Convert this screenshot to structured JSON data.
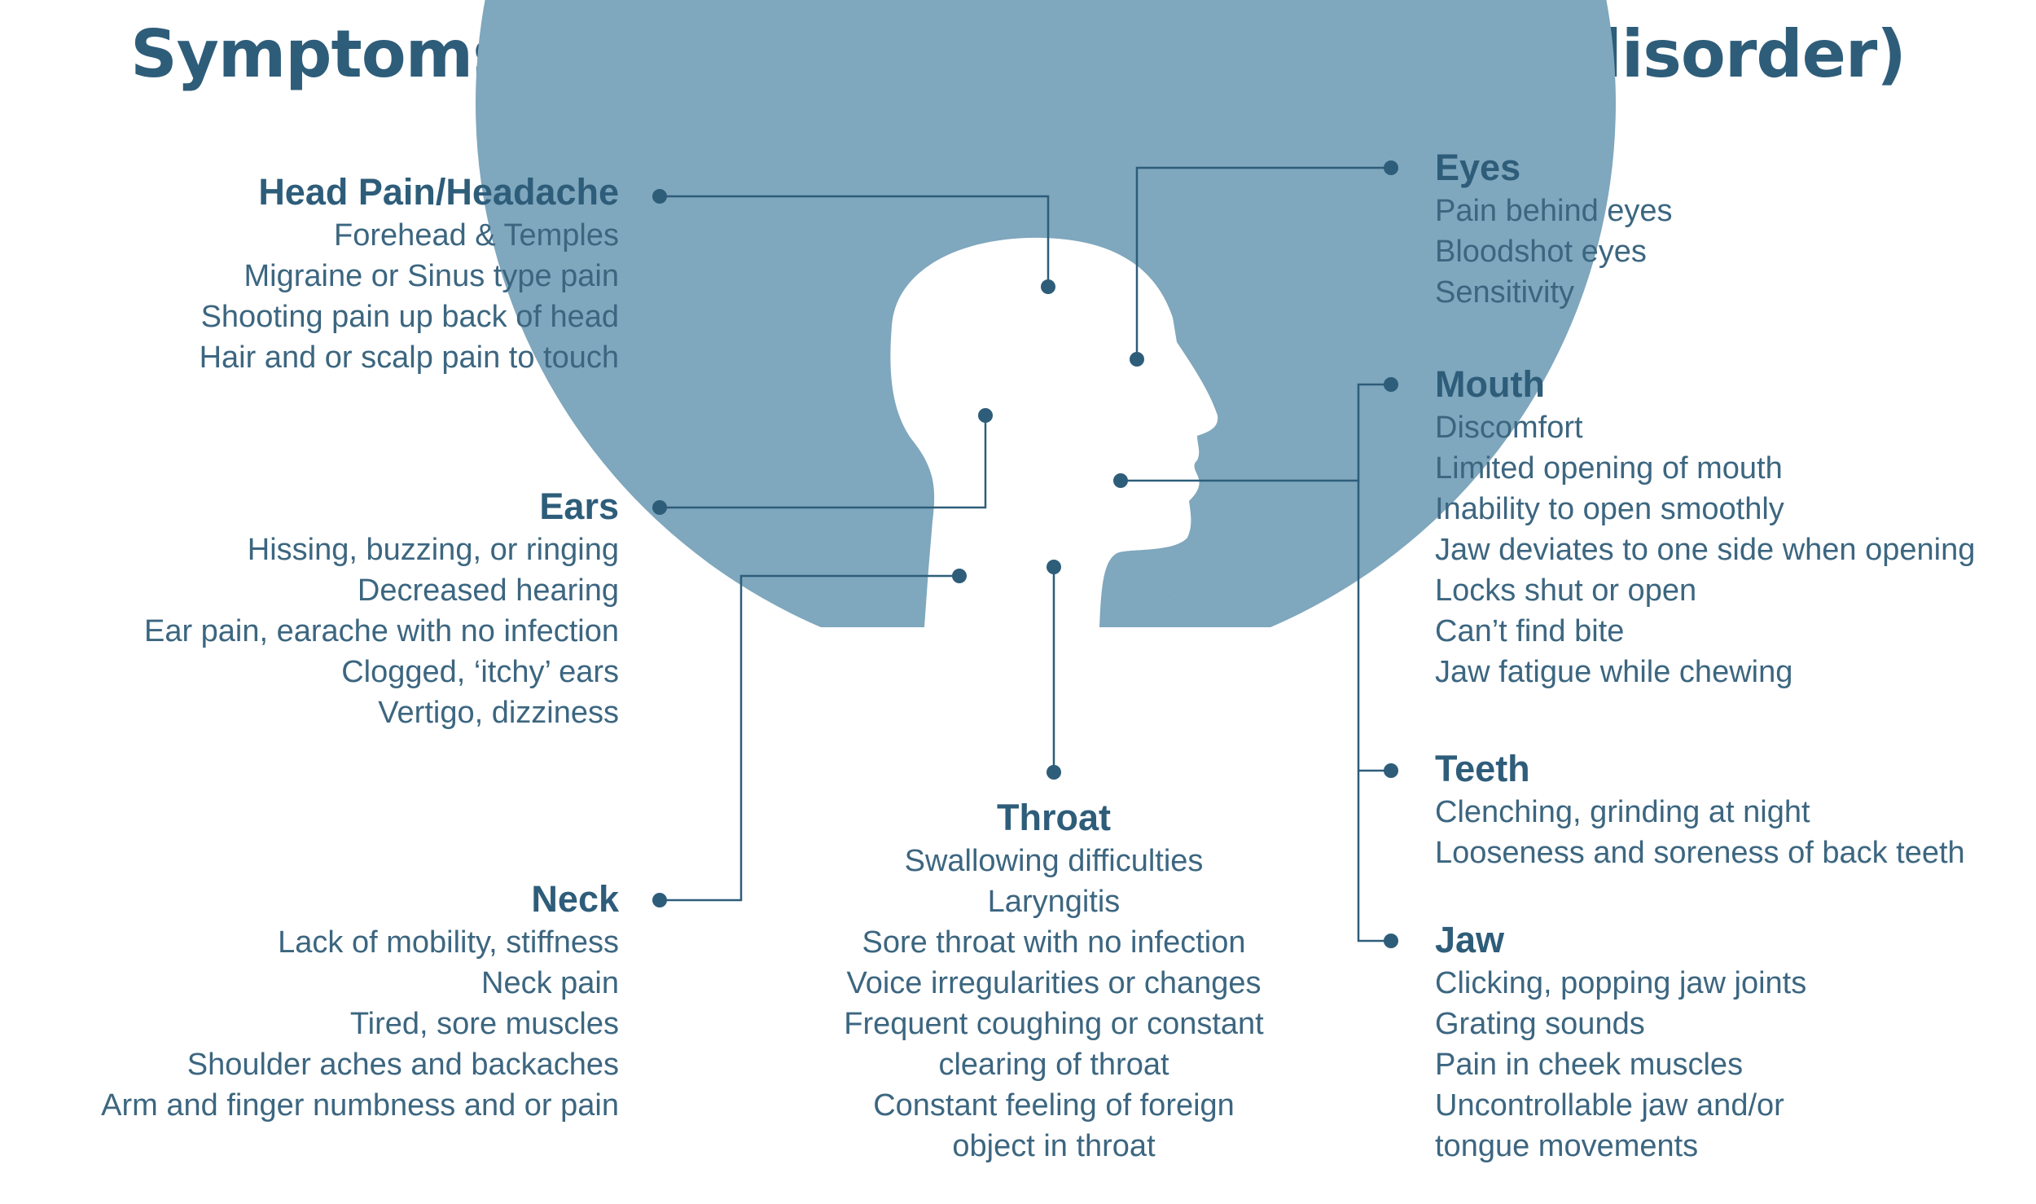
{
  "title": "Symptoms of TMD (temporomandibular disorder)",
  "colors": {
    "title": "#2e5d7a",
    "text": "#3c6680",
    "head_silhouette": "#7fa7bd",
    "connector": "#2e5d7a"
  },
  "groups": {
    "head_pain": {
      "heading": "Head Pain/Headache",
      "items": [
        "Forehead & Temples",
        "Migraine or Sinus type pain",
        "Shooting pain up back of head",
        "Hair and or scalp pain to touch"
      ]
    },
    "ears": {
      "heading": "Ears",
      "items": [
        "Hissing, buzzing, or ringing",
        "Decreased hearing",
        "Ear pain, earache with no infection",
        "Clogged, ‘itchy’ ears",
        "Vertigo, dizziness"
      ]
    },
    "neck": {
      "heading": "Neck",
      "items": [
        "Lack of mobility, stiffness",
        "Neck pain",
        "Tired, sore muscles",
        "Shoulder aches and backaches",
        "Arm and finger numbness and or pain"
      ]
    },
    "throat": {
      "heading": "Throat",
      "items": [
        "Swallowing difficulties",
        "Laryngitis",
        "Sore throat with no infection",
        "Voice irregularities or changes",
        "Frequent coughing or constant",
        "clearing of throat",
        "Constant feeling of foreign",
        "object in throat"
      ]
    },
    "eyes": {
      "heading": "Eyes",
      "items": [
        "Pain behind eyes",
        "Bloodshot eyes",
        "Sensitivity"
      ]
    },
    "mouth": {
      "heading": "Mouth",
      "items": [
        "Discomfort",
        "Limited opening of mouth",
        "Inability to open smoothly",
        "Jaw deviates to one side when opening",
        "Locks shut or open",
        "Can’t find bite",
        "Jaw fatigue while chewing"
      ]
    },
    "teeth": {
      "heading": "Teeth",
      "items": [
        "Clenching, grinding at night",
        "Looseness and soreness of back teeth"
      ]
    },
    "jaw": {
      "heading": "Jaw",
      "items": [
        "Clicking, popping jaw joints",
        "Grating sounds",
        "Pain in cheek muscles",
        "Uncontrollable jaw and/or",
        "tongue movements"
      ]
    }
  }
}
